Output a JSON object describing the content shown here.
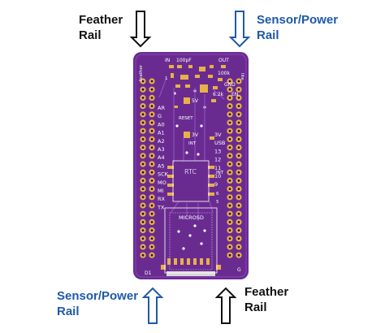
{
  "labels": {
    "top_left": {
      "line1": "Feather",
      "line2": "Rail"
    },
    "top_right": {
      "line1": "Sensor/Power",
      "line2": "Rail"
    },
    "bottom_left": {
      "line1": "Sensor/Power",
      "line2": "Rail"
    },
    "bottom_right": {
      "line1": "Feather",
      "line2": "Rail"
    }
  },
  "board": {
    "top_text": {
      "left": "IN",
      "mid": "100pF",
      "right": "OUT",
      "right2": "100k",
      "gnd": "GND",
      "res": "6.2k",
      "en": "EN",
      "vert_left": "feather",
      "vert_right": "lite"
    },
    "left_pins": [
      "AR",
      "G",
      "A0",
      "A1",
      "A2",
      "A3",
      "A4",
      "A5",
      "SCK",
      "MO",
      "MI",
      "RX",
      "TX"
    ],
    "right_pins": [
      "3V",
      "USB",
      "13",
      "12",
      "11",
      "10",
      "9"
    ],
    "mid_labels": {
      "5v": "5V",
      "reset": "RESET",
      "3v": "3V",
      "int": "INT",
      "int2": "INT",
      "rtc": "RTC",
      "microsd": "MICROSD",
      "d1": "D1",
      "g": "G",
      "num_6": "6",
      "num_5": "5",
      "num_1": "1"
    }
  },
  "colors": {
    "board": "#6a2b91",
    "pad": "#e8b048",
    "label_black": "#111111",
    "label_blue": "#1e5aa8"
  }
}
